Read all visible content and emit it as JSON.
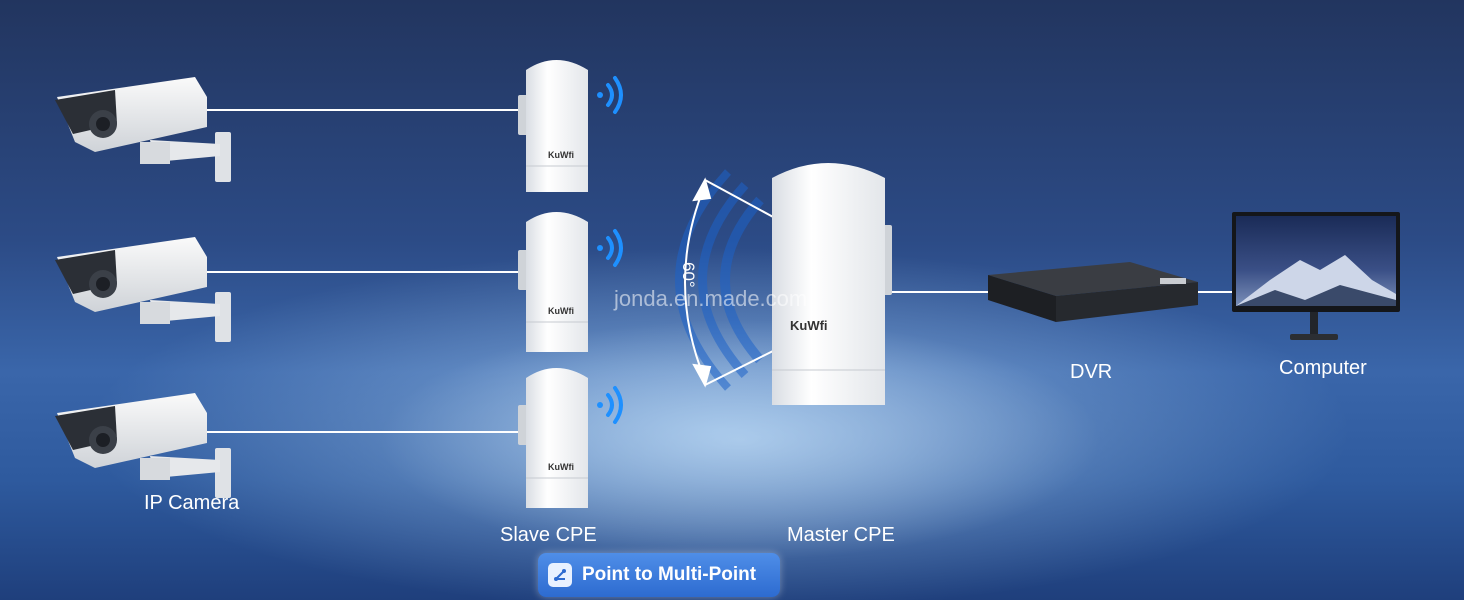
{
  "labels": {
    "ip_camera": "IP Camera",
    "slave_cpe": "Slave CPE",
    "master_cpe": "Master CPE",
    "dvr": "DVR",
    "computer": "Computer"
  },
  "brand": "KuWfi",
  "angle": "60°",
  "watermark": "jonda.en.made.com",
  "badge": {
    "text": "Point to Multi-Point",
    "icon": "network-icon"
  },
  "colors": {
    "link": "#ffffff",
    "wifi": "#1e90ff",
    "badge": "#3a7be0"
  }
}
